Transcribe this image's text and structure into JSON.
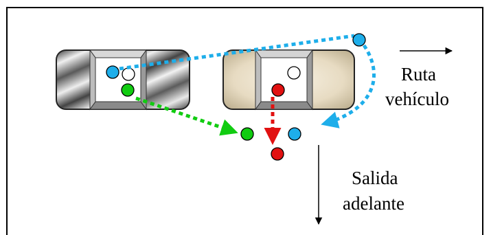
{
  "labels": {
    "route_line1": "Ruta",
    "route_line2": "vehículo",
    "exit_line1": "Salida",
    "exit_line2": "adelante"
  },
  "colors": {
    "frame": "#000000",
    "cyan": "#1eaeea",
    "green": "#11cc11",
    "red": "#e11111",
    "white": "#ffffff",
    "car1_body": "#8c8c8c",
    "car2_body": "#e4d7be"
  },
  "icons": {
    "car_left": "metallic-vehicle-top-view",
    "car_right": "beige-vehicle-top-view",
    "occupant_dots": "circle",
    "arrows": "arrow"
  }
}
